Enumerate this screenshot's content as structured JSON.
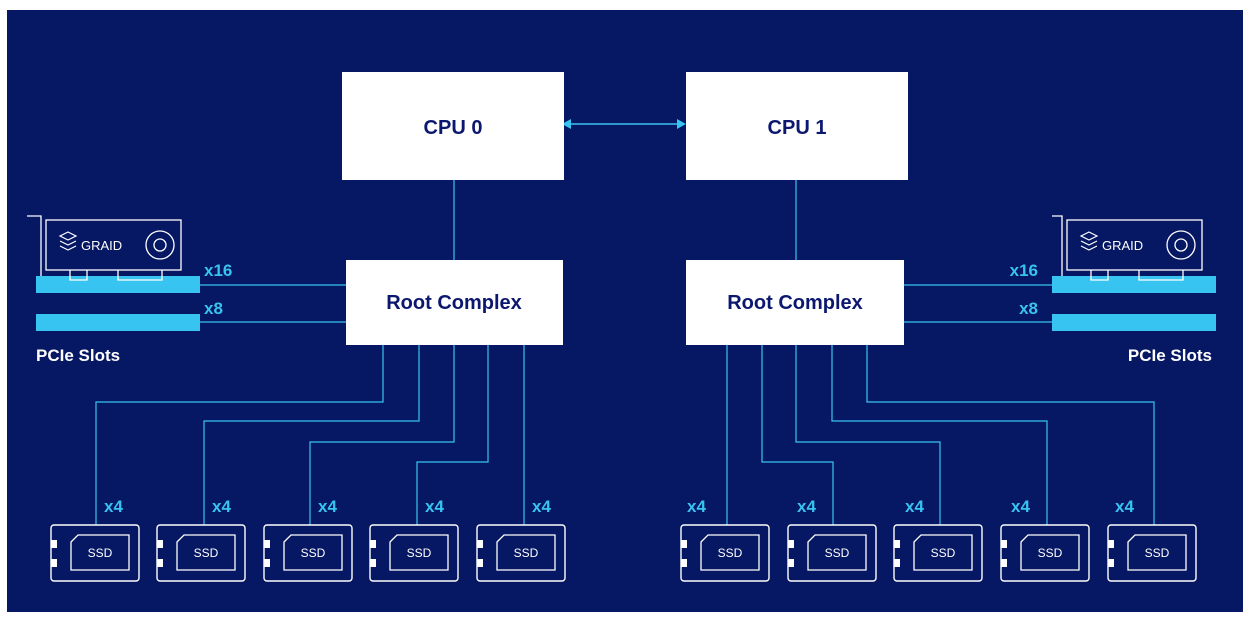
{
  "colors": {
    "background": "#061763",
    "accent": "#38c4f0",
    "box_fill": "#ffffff",
    "box_text": "#0c1870"
  },
  "cpus": [
    {
      "label": "CPU 0"
    },
    {
      "label": "CPU 1"
    }
  ],
  "root_complexes": [
    {
      "label": "Root Complex"
    },
    {
      "label": "Root Complex"
    }
  ],
  "pcie": {
    "left": {
      "x16_label": "x16",
      "x8_label": "x8",
      "slots_label": "PCIe Slots",
      "card_brand": "GRAID"
    },
    "right": {
      "x16_label": "x16",
      "x8_label": "x8",
      "slots_label": "PCIe Slots",
      "card_brand": "GRAID"
    }
  },
  "ssds": {
    "left": [
      {
        "label": "SSD",
        "lanes": "x4"
      },
      {
        "label": "SSD",
        "lanes": "x4"
      },
      {
        "label": "SSD",
        "lanes": "x4"
      },
      {
        "label": "SSD",
        "lanes": "x4"
      },
      {
        "label": "SSD",
        "lanes": "x4"
      }
    ],
    "right": [
      {
        "label": "SSD",
        "lanes": "x4"
      },
      {
        "label": "SSD",
        "lanes": "x4"
      },
      {
        "label": "SSD",
        "lanes": "x4"
      },
      {
        "label": "SSD",
        "lanes": "x4"
      },
      {
        "label": "SSD",
        "lanes": "x4"
      }
    ]
  }
}
